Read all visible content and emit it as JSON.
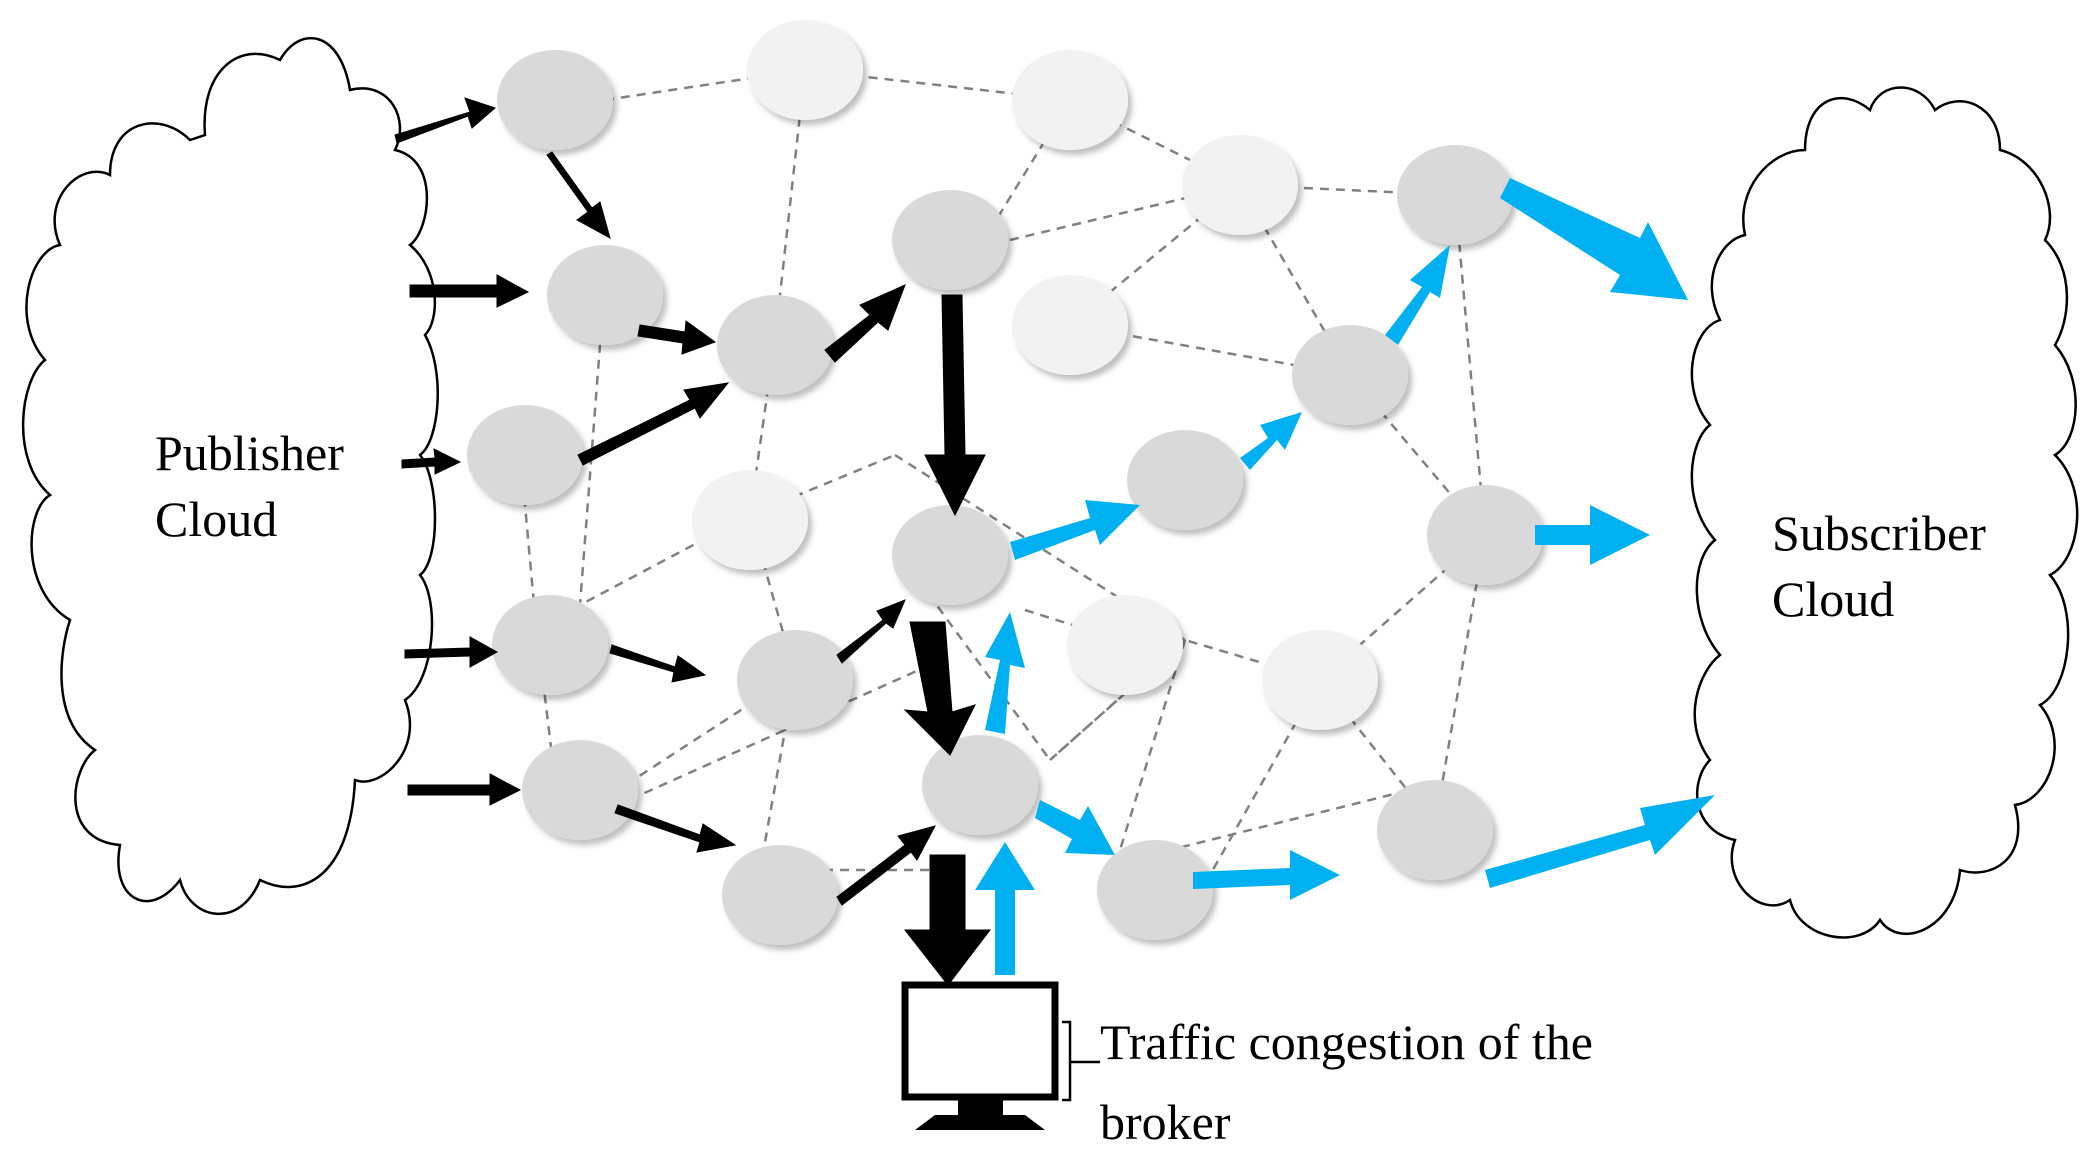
{
  "labels": {
    "publisher_line1": "Publisher",
    "publisher_line2": "Cloud",
    "subscriber_line1": "Subscriber",
    "subscriber_line2": "Cloud",
    "note_line1": "Traffic congestion of the",
    "note_line2": "broker"
  },
  "colors": {
    "node_dark": "#d9d9d9",
    "node_light": "#f2f2f2",
    "edge": "#808080",
    "arrow_black": "#000000",
    "arrow_blue": "#00b0f0"
  },
  "icons": {
    "publisher": "cloud-icon",
    "subscriber": "cloud-icon",
    "broker": "computer-monitor-icon"
  }
}
